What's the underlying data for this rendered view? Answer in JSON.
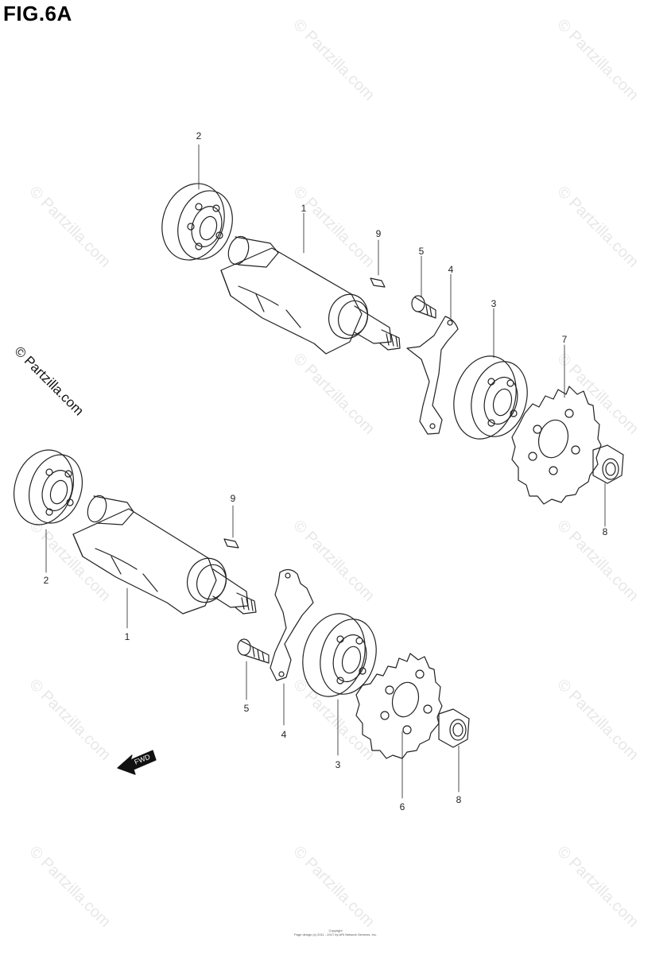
{
  "figure": {
    "title": "FIG.6A"
  },
  "watermark": {
    "text": "© Partzilla.com",
    "side_text": "© Partzilla.com"
  },
  "callouts": {
    "upper": [
      "2",
      "1",
      "9",
      "5",
      "4",
      "3",
      "7",
      "8"
    ],
    "lower": [
      "9",
      "2",
      "1",
      "5",
      "4",
      "3",
      "6",
      "8"
    ]
  },
  "fwd_label": "FWD",
  "footer": {
    "line1": "Copyright",
    "line2": "Page design (c) 2011 - 2017 by ARI Network Services, Inc."
  }
}
